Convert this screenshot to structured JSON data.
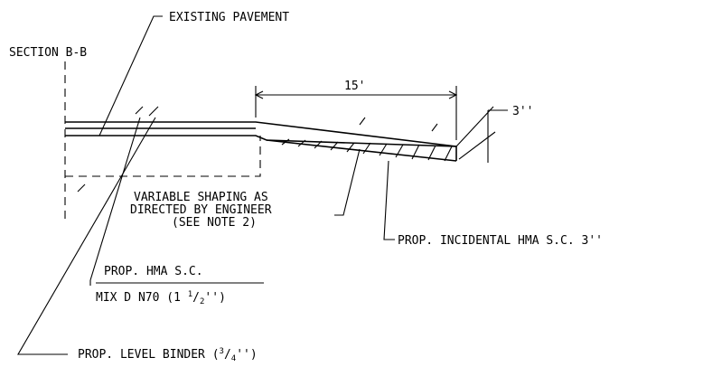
{
  "labels": {
    "existing_pavement": "EXISTING PAVEMENT",
    "section": "SECTION B-B",
    "dimension_length": "15'",
    "dimension_depth": "3''",
    "variable_shaping": [
      "VARIABLE SHAPING AS",
      "DIRECTED BY ENGINEER",
      "(SEE NOTE 2)"
    ],
    "incidental_hma": "PROP. INCIDENTAL HMA S.C. 3''",
    "hma_sc_line1": "PROP. HMA S.C.",
    "hma_sc_line2_prefix": "MIX D N70 (1 ",
    "hma_sc_line2_num": "1",
    "hma_sc_line2_den": "2",
    "hma_sc_line2_suffix": "'')",
    "level_binder_prefix": "PROP. LEVEL BINDER (",
    "level_binder_num": "3",
    "level_binder_den": "4",
    "level_binder_suffix": "'')"
  },
  "colors": {
    "ink": "#000000",
    "background": "#ffffff"
  }
}
